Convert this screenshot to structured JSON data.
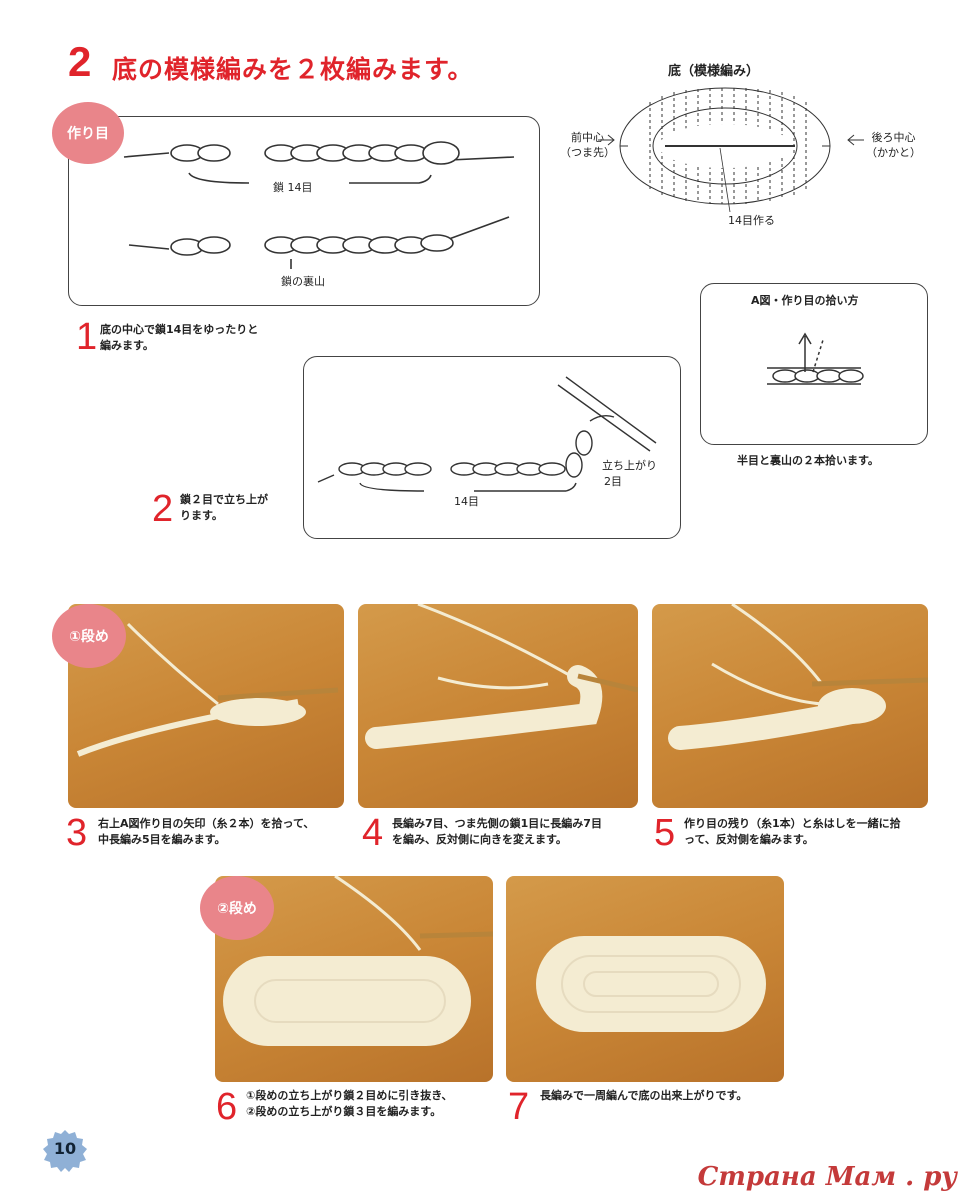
{
  "header": {
    "number": "2",
    "title": "底の模様編みを２枚編みます。"
  },
  "foundation": {
    "badge": "作り目",
    "chain_label": "鎖 14目",
    "back_bump_label": "鎖の裏山"
  },
  "diagram": {
    "title": "底（模様編み）",
    "front_center_line1": "前中心",
    "front_center_line2": "（つま先）",
    "back_center_line1": "後ろ中心",
    "back_center_line2": "（かかと）",
    "chain_note": "14目作る"
  },
  "figure_a": {
    "title": "A図・作り目の拾い方",
    "caption": "半目と裏山の２本拾います。"
  },
  "step1": {
    "number": "1",
    "line1": "底の中心で鎖14目をゆったりと",
    "line2": "編みます。"
  },
  "step2": {
    "number": "2",
    "line1": "鎖２目で立ち上が",
    "line2": "ります。",
    "turn_label": "立ち上がり",
    "turn_count": "2目",
    "count_label": "14目"
  },
  "round1_badge": "①段め",
  "round2_badge": "②段め",
  "step3": {
    "number": "3",
    "line1": "右上A図作り目の矢印（糸２本）を拾って、",
    "line2": "中長編み5目を編みます。"
  },
  "step4": {
    "number": "4",
    "line1": "長編み7目、つま先側の鎖1目に長編み7目",
    "line2": "を編み、反対側に向きを変えます。"
  },
  "step5": {
    "number": "5",
    "line1": "作り目の残り（糸1本）と糸はしを一緒に拾",
    "line2": "って、反対側を編みます。"
  },
  "step6": {
    "number": "6",
    "line1": "①段めの立ち上がり鎖２目めに引き抜き、",
    "line2": "②段めの立ち上がり鎖３目を編みます。"
  },
  "step7": {
    "number": "7",
    "line1": "長編みで一周編んで底の出来上がりです。"
  },
  "page_number": "10",
  "watermark": "Страна Мам . ру",
  "colors": {
    "accent": "#e0242b",
    "badge": "#e9858a",
    "table": "#c98636",
    "yarn": "#f4ecd2"
  }
}
